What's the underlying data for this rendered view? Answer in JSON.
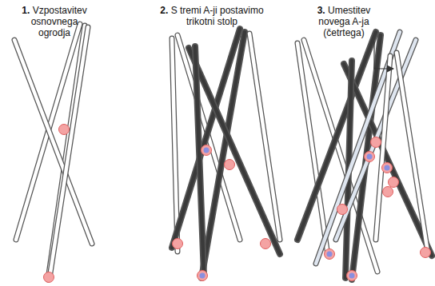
{
  "diagram": {
    "labels": [
      "1.",
      "Vzpostavitev osnovnega ogrodja",
      "2.",
      "S tremi A-ji postavimo trikotni stolp",
      "3.",
      "Umestitev novega A-ja (četrtega)"
    ]
  }
}
